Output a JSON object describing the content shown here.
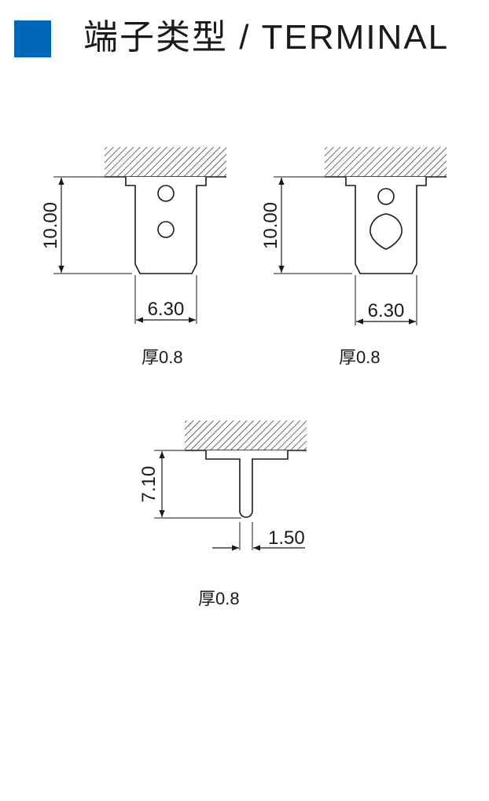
{
  "header": {
    "title": "端子类型 / TERMINAL",
    "accent_color": "#0066b8"
  },
  "terminals": [
    {
      "type": "two-round-holes",
      "height_label": "10.00",
      "width_label": "6.30",
      "thickness_label": "厚0.8"
    },
    {
      "type": "round-and-keyhole",
      "height_label": "10.00",
      "width_label": "6.30",
      "thickness_label": "厚0.8"
    },
    {
      "type": "pin",
      "height_label": "7.10",
      "width_label": "1.50",
      "thickness_label": "厚0.8"
    }
  ]
}
